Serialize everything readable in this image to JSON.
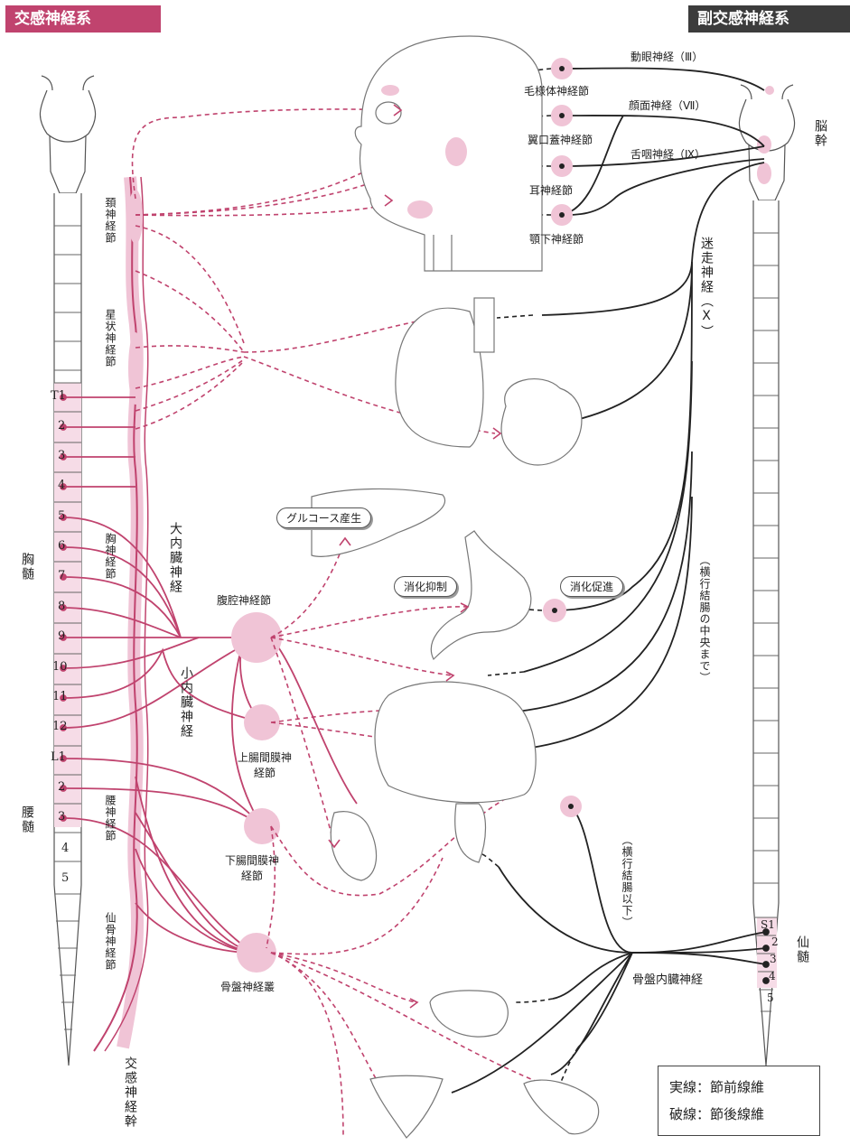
{
  "header": {
    "sympathetic": "交感神経系",
    "parasympathetic": "副交感神経系"
  },
  "sympathetic": {
    "ganglia": {
      "cervical": "頚神経節",
      "stellate": "星状神経節",
      "thoracic": "胸神経節",
      "lumbar": "腰神経節",
      "sacral": "仙骨神経節"
    },
    "trunk": "交感神経幹",
    "greater_splanchnic": "大内臓神経",
    "lesser_splanchnic": "小内臓神経",
    "celiac": "腹腔神経節",
    "superior_mesenteric": "上腸間膜神経節",
    "inferior_mesenteric": "下腸間膜神経節",
    "pelvic_plexus": "骨盤神経叢"
  },
  "spinal_cord": {
    "thoracic_label": "胸髄",
    "lumbar_label": "腰髄",
    "sacral_label": "仙髄",
    "brainstem_label": "脳幹",
    "thoracic_segments": [
      "T1",
      "2",
      "3",
      "4",
      "5",
      "6",
      "7",
      "8",
      "9",
      "10",
      "11",
      "12"
    ],
    "lumbar_segments": [
      "L1",
      "2",
      "3",
      "4",
      "5"
    ],
    "sacral_segments": [
      "S1",
      "2",
      "3",
      "4",
      "5"
    ]
  },
  "parasympathetic": {
    "cranial_ganglia": [
      "毛様体神経節",
      "翼口蓋神経節",
      "耳神経節",
      "顎下神経節"
    ],
    "cranial_nerves": [
      "動眼神経（Ⅲ）",
      "顔面神経（Ⅶ）",
      "舌咽神経（Ⅸ）"
    ],
    "vagus": "迷走神経（Ⅹ）",
    "transverse_colon_to_middle": "（横行結腸の中央まで）",
    "transverse_colon_below": "（横行結腸以下）",
    "pelvic_splanchnic": "骨盤内臓神経"
  },
  "effects": {
    "glucose": "グルコース産生",
    "digestion_inhibit": "消化抑制",
    "digestion_promote": "消化促進"
  },
  "legend": {
    "solid": "実線：節前線維",
    "dashed": "破線：節後線維"
  },
  "colors": {
    "sympathetic": "#c0436e",
    "parasympathetic": "#222222",
    "ganglion_fill": "#f0c4d6",
    "header_right_bg": "#3c3c3c"
  }
}
